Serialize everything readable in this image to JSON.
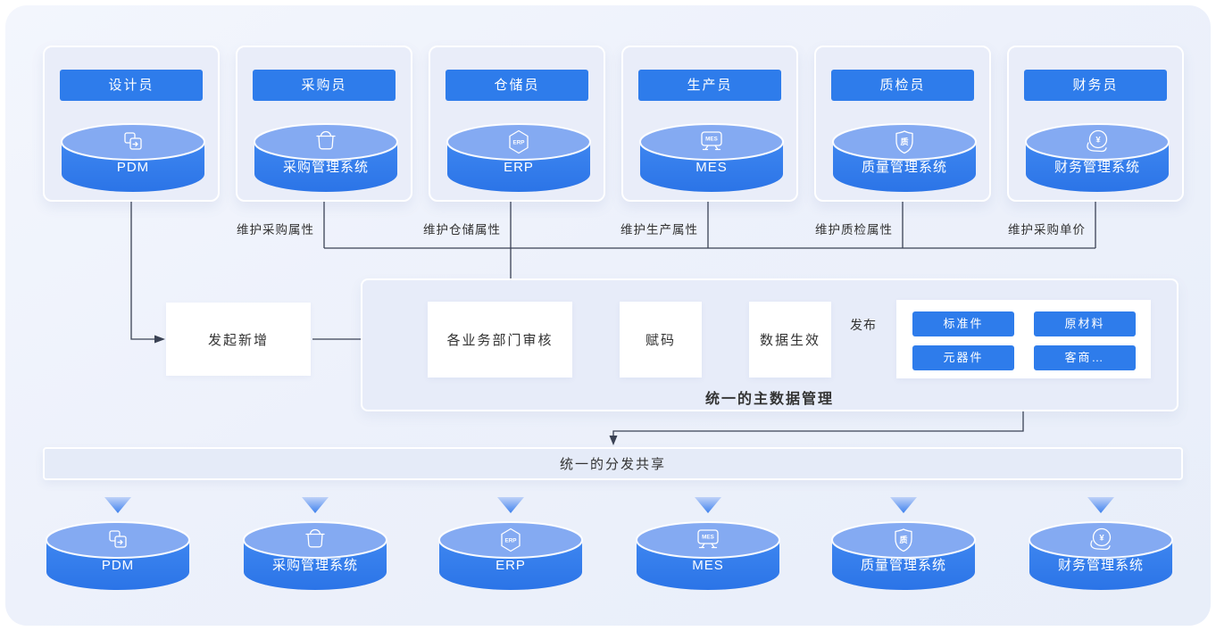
{
  "colors": {
    "accent": "#2E7CEB",
    "cylinder_top": "#84AAF2",
    "line": "#3A4254"
  },
  "roles": [
    {
      "role": "设计员",
      "system": "PDM"
    },
    {
      "role": "采购员",
      "system": "采购管理系统"
    },
    {
      "role": "仓储员",
      "system": "ERP"
    },
    {
      "role": "生产员",
      "system": "MES"
    },
    {
      "role": "质检员",
      "system": "质量管理系统"
    },
    {
      "role": "财务员",
      "system": "财务管理系统"
    }
  ],
  "icon_glyphs": {
    "erp": "ERP",
    "mes": "MES",
    "quality": "质",
    "finance": "¥"
  },
  "maintain_labels": [
    "维护采购属性",
    "维护仓储属性",
    "维护生产属性",
    "维护质检属性",
    "维护采购单价"
  ],
  "flow": {
    "initiate": "发起新增",
    "review": "各业务部门审核",
    "coding": "赋码",
    "effective": "数据生效",
    "publish": "发布"
  },
  "categories": [
    "标准件",
    "原材料",
    "元器件",
    "客商…"
  ],
  "panel_title": "统一的主数据管理",
  "share_bar_title": "统一的分发共享",
  "bottom_systems": [
    "PDM",
    "采购管理系统",
    "ERP",
    "MES",
    "质量管理系统",
    "财务管理系统"
  ]
}
